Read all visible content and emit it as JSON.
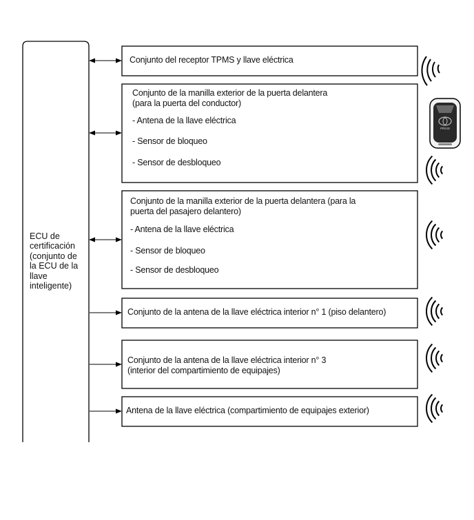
{
  "ecu": {
    "lines": [
      "ECU de",
      "certificación",
      "(conjunto de",
      "la ECU de la",
      "llave",
      "inteligente)"
    ]
  },
  "components": [
    {
      "id": "tpms",
      "title_lines": [
        "Conjunto del receptor TPMS y llave eléctrica"
      ],
      "items": [],
      "link": "bidirectional"
    },
    {
      "id": "driver-door",
      "title_lines": [
        "Conjunto de la manilla exterior de la puerta delantera",
        "(para la puerta del conductor)"
      ],
      "items": [
        "- Antena de la llave eléctrica",
        "- Sensor de bloqueo",
        "- Sensor de desbloqueo"
      ],
      "link": "bidirectional"
    },
    {
      "id": "passenger-door",
      "title_lines": [
        "Conjunto de la manilla exterior de la puerta delantera (para la",
        "puerta del pasajero delantero)"
      ],
      "items": [
        "- Antena de la llave eléctrica",
        "- Sensor de bloqueo",
        "- Sensor de desbloqueo"
      ],
      "link": "bidirectional"
    },
    {
      "id": "antenna-1",
      "title_lines": [
        "Conjunto de la antena de la llave eléctrica interior n° 1 (piso delantero)"
      ],
      "items": [],
      "link": "output"
    },
    {
      "id": "antenna-3",
      "title_lines": [
        "Conjunto de la antena de la llave eléctrica interior n° 3",
        "(interior del compartimiento de equipajes)"
      ],
      "items": [],
      "link": "output"
    },
    {
      "id": "antenna-ext",
      "title_lines": [
        "Antena de la llave eléctrica (compartimiento de equipajes exterior)"
      ],
      "items": [],
      "link": "output"
    }
  ],
  "key_fob": {
    "brand_text": "PRIUS",
    "icon": "smart-key-fob-icon"
  },
  "wave_icon": "radio-wave-icon",
  "colors": {
    "line": "#000000",
    "background": "#ffffff"
  }
}
